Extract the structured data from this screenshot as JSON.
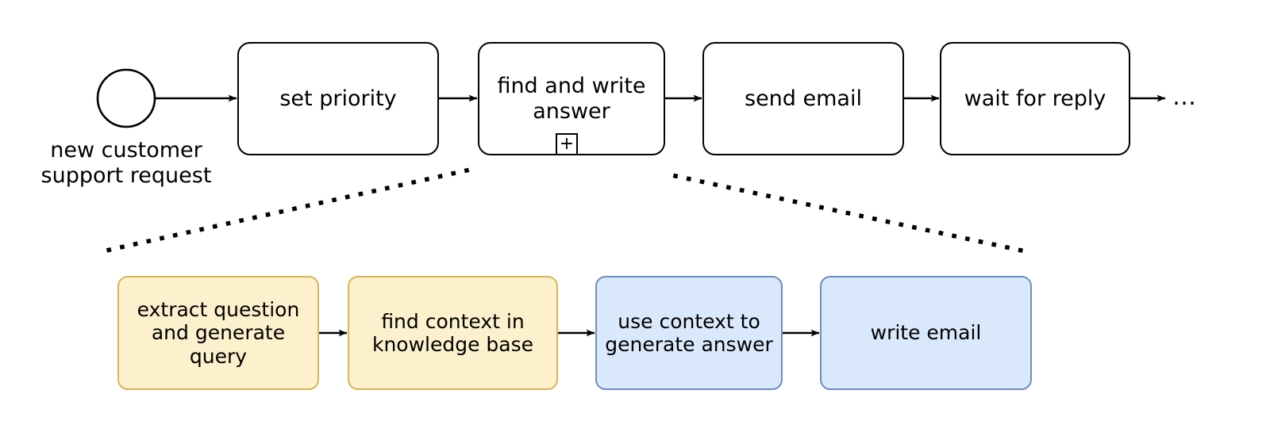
{
  "diagram": {
    "title": "customer support request workflow with expanded subprocess",
    "colors": {
      "stroke": "#000000",
      "background": "#ffffff",
      "yellow_fill": "#fdf0cd",
      "yellow_stroke": "#d6b656",
      "blue_fill": "#dae8fc",
      "blue_stroke": "#6c8ebf"
    },
    "start_event": {
      "shape": "circle",
      "label": "new customer\nsupport request"
    },
    "main_flow": {
      "tasks": [
        {
          "label": "set priority",
          "marker": "",
          "type": "task"
        },
        {
          "label": "find and write\nanswer",
          "marker": "+",
          "type": "subprocess"
        },
        {
          "label": "send email",
          "marker": "",
          "type": "task"
        },
        {
          "label": "wait for reply",
          "marker": "",
          "type": "task"
        }
      ],
      "continuation": "…"
    },
    "subprocess_detail": {
      "steps": [
        {
          "label": "extract question\nand generate\nquery",
          "color": "yellow"
        },
        {
          "label": "find context in\nknowledge base",
          "color": "yellow"
        },
        {
          "label": "use context to\ngenerate answer",
          "color": "blue"
        },
        {
          "label": "write email",
          "color": "blue"
        }
      ]
    }
  }
}
